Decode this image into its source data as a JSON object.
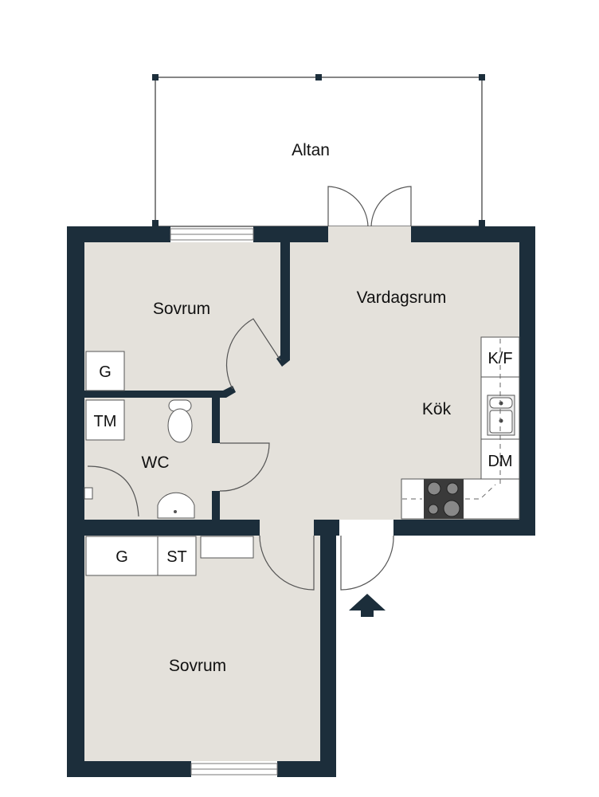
{
  "rooms": {
    "altan": "Altan",
    "sovrum_upper": "Sovrum",
    "vardagsrum": "Vardagsrum",
    "kok": "Kök",
    "wc": "WC",
    "sovrum_lower": "Sovrum"
  },
  "fixtures": {
    "g_upper": "G",
    "tm": "TM",
    "kf": "K/F",
    "dm": "DM",
    "g_lower": "G",
    "st": "ST"
  },
  "colors": {
    "wall": "#1c2e3b",
    "floor": "#e4e1db"
  }
}
